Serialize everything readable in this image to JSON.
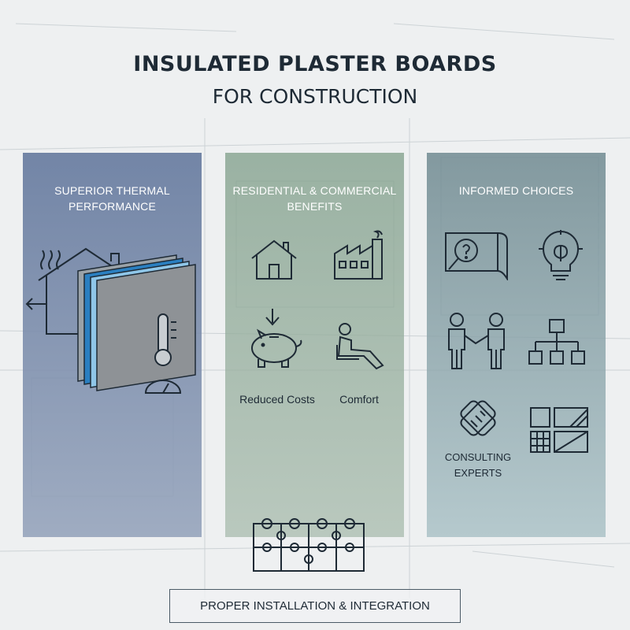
{
  "header": {
    "title": "INSULATED PLASTER BOARDS",
    "subtitle": "FOR CONSTRUCTION"
  },
  "panels": [
    {
      "title_line1": "SUPERIOR THERMAL",
      "title_line2": "PERFORMANCE"
    },
    {
      "title_line1": "RESIDENTIAL & COMMERCIAL",
      "title_line2": "BENEFITS",
      "labels": {
        "reduced_costs": "Reduced Costs",
        "comfort": "Comfort"
      }
    },
    {
      "title_line1": "INFORMED CHOICES",
      "title_line2": "",
      "labels": {
        "consulting_line1": "CONSULTING",
        "consulting_line2": "EXPERTS"
      }
    }
  ],
  "footer": {
    "label": "PROPER INSTALLATION & INTEGRATION"
  },
  "colors": {
    "panel_thermal": "#687ca0",
    "panel_benefits": "#82a08c",
    "panel_choices": "#708a91",
    "ink": "#1e2a35",
    "insulation_blue": "#2a7fc0"
  }
}
